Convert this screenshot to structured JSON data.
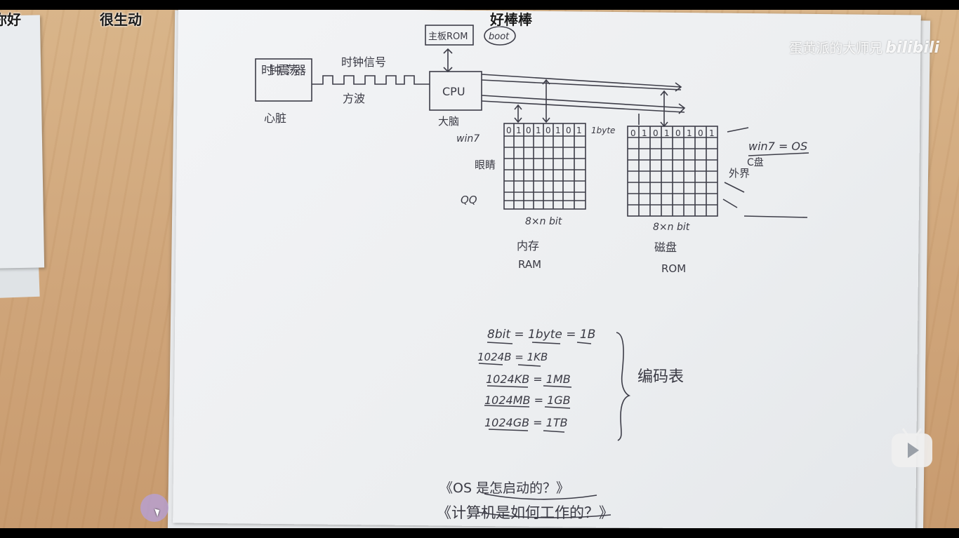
{
  "danmaku": [
    "你好",
    "很生动",
    "好棒棒"
  ],
  "watermark": {
    "uploader": "蛋黄派的大师兄",
    "logo": "bilibili"
  },
  "sketch": {
    "clock_box": "时钟震荡器",
    "clock_signal": "时钟信号",
    "square_wave": "方波",
    "heartbeat": "心脏",
    "board_rom": "主板ROM",
    "boot": "boot",
    "cpu": "CPU",
    "brain": "大脑",
    "win7_left": "win7",
    "eyes": "眼睛",
    "qq_left": "QQ",
    "one_byte": "1byte",
    "ram_cells": [
      "0",
      "1",
      "0",
      "1",
      "0",
      "1",
      "0",
      "1"
    ],
    "ram_size": "8×n bit",
    "ram_cn": "内存",
    "ram_en": "RAM",
    "disk_cells": [
      "0",
      "1",
      "0",
      "1",
      "0",
      "1",
      "0",
      "1"
    ],
    "disk_size": "8×n bit",
    "disk_cn": "磁盘",
    "disk_en": "ROM",
    "win7_os": "win7 = OS",
    "c_drive": "C盘",
    "external": "外界",
    "eq_bit": "8bit = 1byte = 1B",
    "eq_kb": "1024B = 1KB",
    "eq_mb": "1024KB = 1MB",
    "eq_gb": "1024MB = 1GB",
    "eq_tb": "1024GB = 1TB",
    "encoding_table": "编码表",
    "q1": "《OS 是怎启动的？》",
    "q2": "《计算机是如何工作的？》"
  }
}
